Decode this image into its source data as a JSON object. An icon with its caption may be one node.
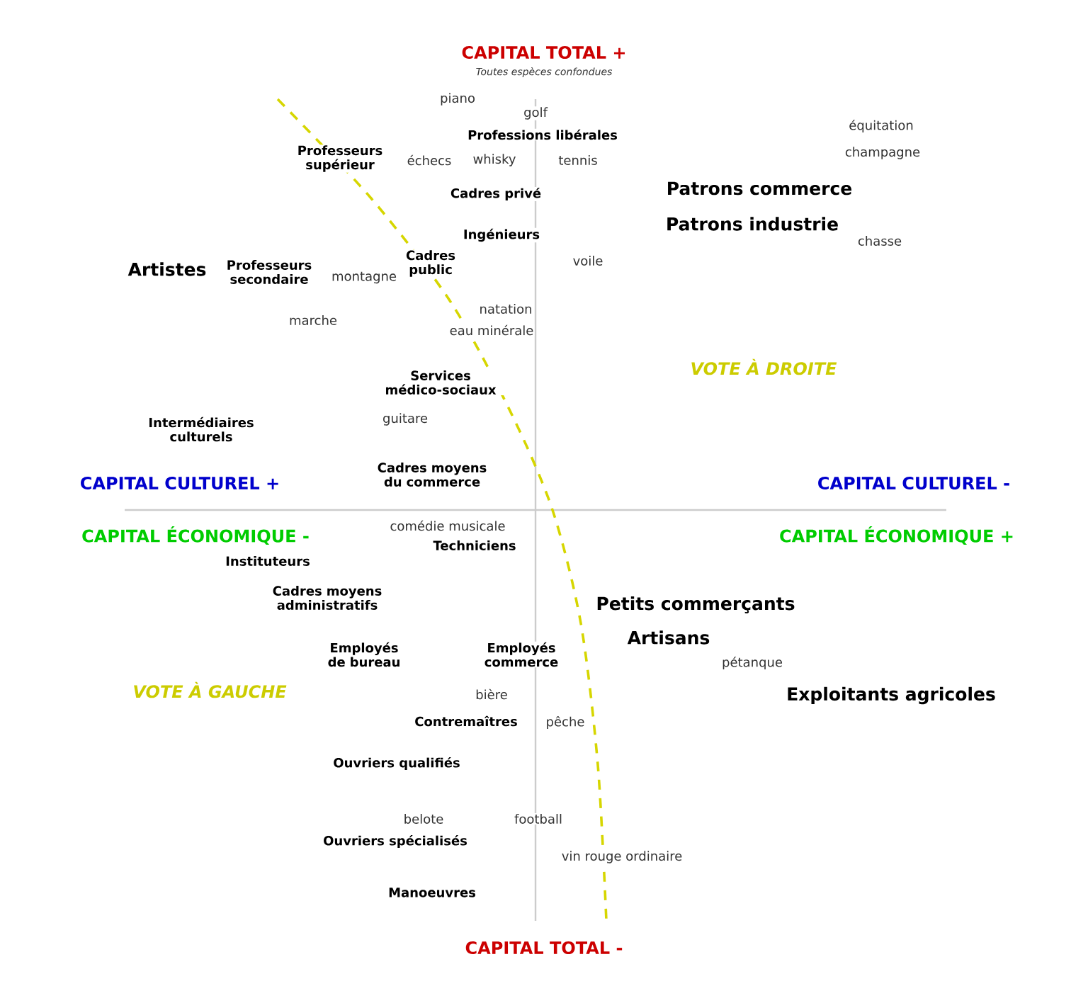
{
  "diagram": {
    "labels": [
      "CAPITAL TOTAL +",
      "Toutes espèces confondues",
      "piano",
      "golf",
      "Professions libérales",
      "Professeurs supérieur",
      "échecs",
      "whisky",
      "tennis",
      "équitation",
      "champagne",
      "Patrons commerce",
      "Patrons industrie",
      "chasse",
      "Cadres privé",
      "Ingénieurs",
      "voile",
      "Artistes",
      "Professeurs secondaire",
      "montagne",
      "Cadres public",
      "natation",
      "eau minérale",
      "marche",
      "VOTE À DROITE",
      "Services médico-sociaux",
      "guitare",
      "Intermédiaires culturels",
      "Cadres moyens du commerce",
      "CAPITAL CULTUREL +",
      "CAPITAL CULTUREL -",
      "CAPITAL ÉCONOMIQUE -",
      "comédie musicale",
      "Techniciens",
      "CAPITAL ÉCONOMIQUE +",
      "Instituteurs",
      "Cadres moyens administratifs",
      "Petits commerçants",
      "Artisans",
      "Employés de bureau",
      "Employés commerce",
      "pétanque",
      "VOTE À GAUCHE",
      "bière",
      "Exploitants agricoles",
      "Contremaîtres",
      "pêche",
      "Ouvriers qualifiés",
      "belote",
      "football",
      "Ouvriers spécialisés",
      "vin rouge ordinaire",
      "Manoeuvres",
      "CAPITAL TOTAL -"
    ]
  }
}
